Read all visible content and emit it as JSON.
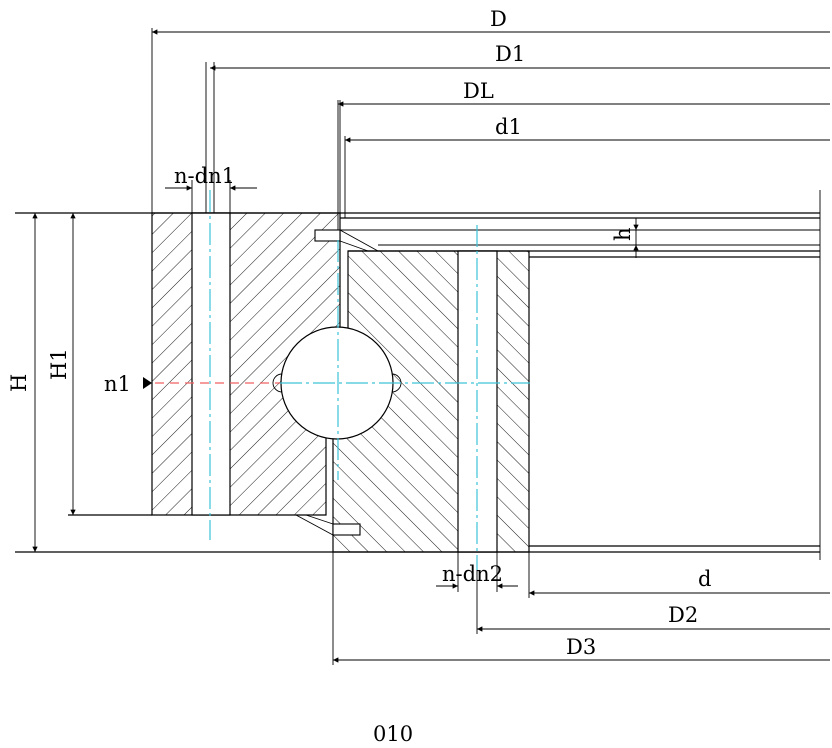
{
  "drawing": {
    "dimensions": {
      "D": "D",
      "D1": "D1",
      "DL": "DL",
      "d1": "d1",
      "n_dn1": "n-dn1",
      "h": "h",
      "H": "H",
      "H1": "H1",
      "n1": "n1",
      "n_dn2": "n-dn2",
      "d": "d",
      "D2": "D2",
      "D3": "D3"
    },
    "caption": "010",
    "colors": {
      "line": "#000000",
      "centerline": "#3cc3d8",
      "lubrication_line": "#f06060"
    }
  }
}
